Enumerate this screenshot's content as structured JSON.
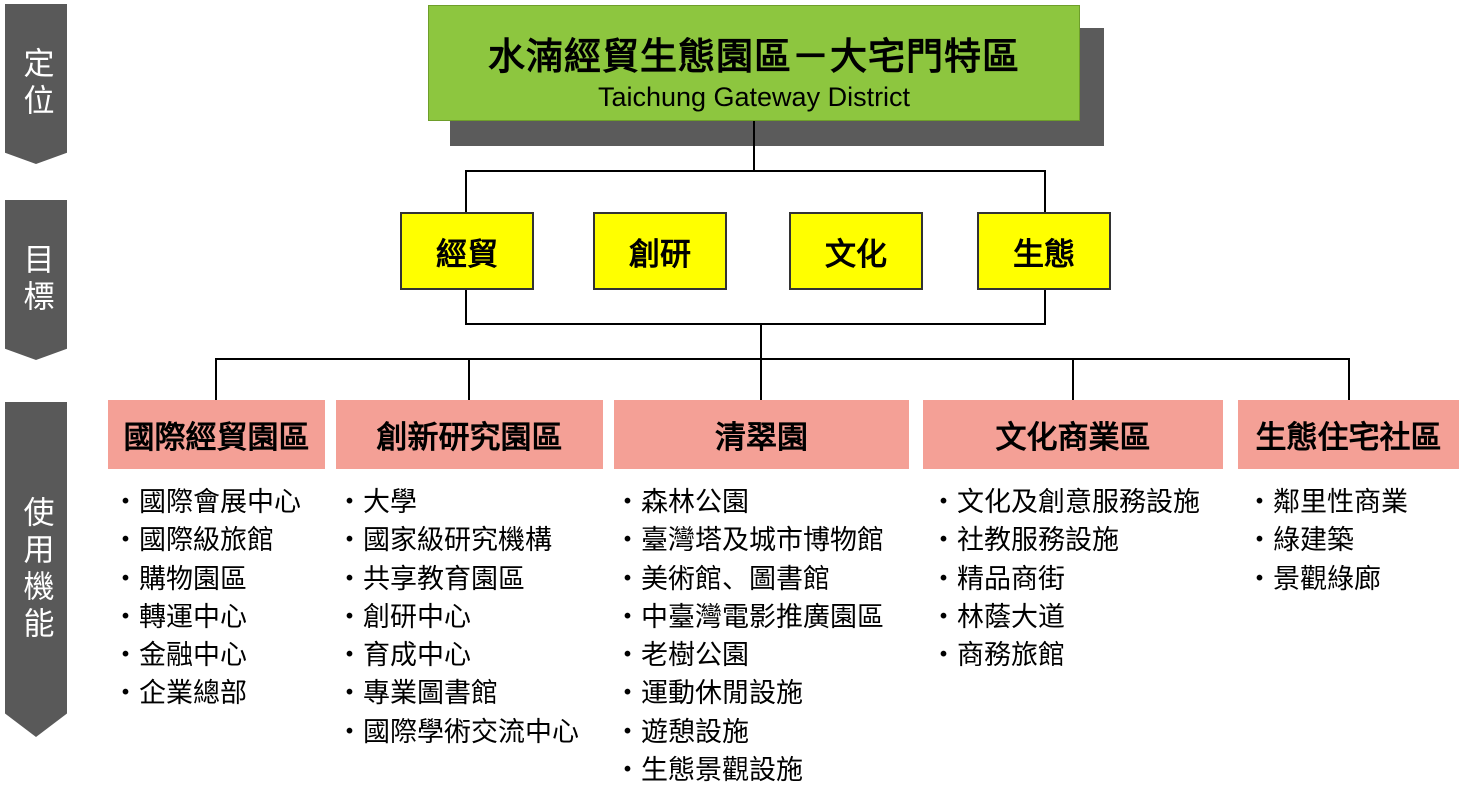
{
  "side_labels": {
    "position": "定位",
    "goals": "目標",
    "functions": "使用機能"
  },
  "title": {
    "zh": "水湳經貿生態園區－大宅門特區",
    "en": "Taichung Gateway District"
  },
  "goals": [
    "經貿",
    "創研",
    "文化",
    "生態"
  ],
  "zones": [
    {
      "name": "國際經貿園區",
      "items": [
        "國際會展中心",
        "國際級旅館",
        "購物園區",
        "轉運中心",
        "金融中心",
        "企業總部"
      ]
    },
    {
      "name": "創新研究園區",
      "items": [
        "大學",
        "國家級研究機構",
        "共享教育園區",
        "創研中心",
        "育成中心",
        "專業圖書館",
        "國際學術交流中心"
      ]
    },
    {
      "name": "清翠園",
      "items": [
        "森林公園",
        "臺灣塔及城市博物館",
        "美術館、圖書館",
        "中臺灣電影推廣園區",
        "老樹公園",
        "運動休閒設施",
        "遊憩設施",
        "生態景觀設施"
      ]
    },
    {
      "name": "文化商業區",
      "items": [
        "文化及創意服務設施",
        "社教服務設施",
        "精品商街",
        "林蔭大道",
        "商務旅館"
      ]
    },
    {
      "name": "生態住宅社區",
      "items": [
        "鄰里性商業",
        "綠建築",
        "景觀綠廊"
      ]
    }
  ],
  "colors": {
    "title_bg": "#8dc63f",
    "goal_bg": "#ffff00",
    "zone_bg": "#f4a096",
    "side_bg": "#595959"
  }
}
